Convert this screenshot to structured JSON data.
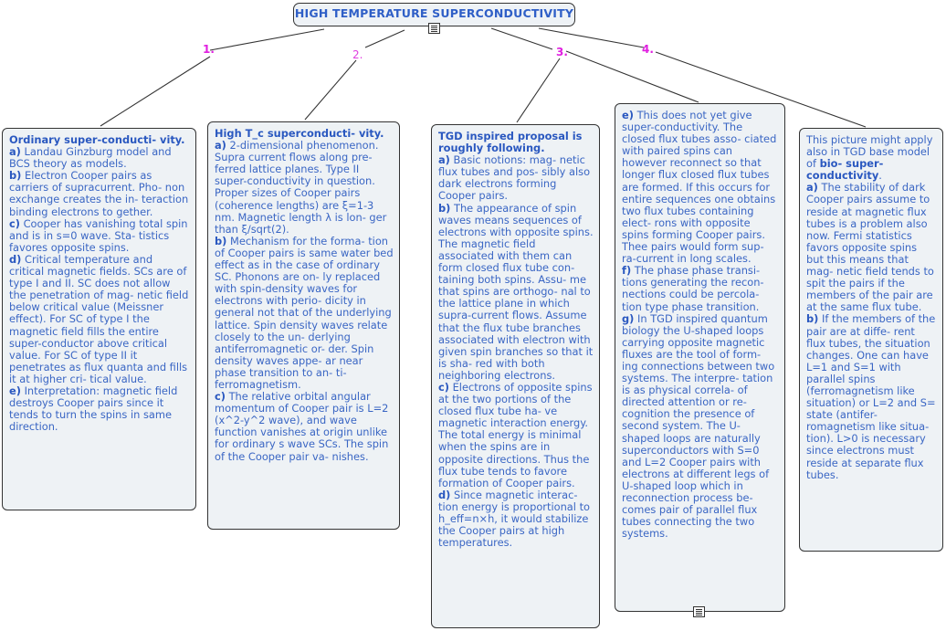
{
  "title": "HIGH TEMPERATURE SUPERCONDUCTIVITY",
  "numbers": [
    "1.",
    "2.",
    "3.",
    "4."
  ],
  "nodes": {
    "n1": {
      "heading": "Ordinary super-conducti- vity.",
      "paras": [
        {
          "label": "a)",
          "text": "Landau Ginzburg model and BCS theory as models."
        },
        {
          "label": "b)",
          "text": "Electron Cooper pairs as carriers of supracurrent. Pho- non exchange creates the in- teraction binding electrons to gether."
        },
        {
          "label": "c)",
          "text": "Cooper has vanishing total spin  and is in s=0 wave. Sta- tistics favores opposite spins."
        },
        {
          "label": "d)",
          "text": "Critical temperature and critical magnetic fields. SCs are of type I and II. SC does not allow the penetration of mag- netic field below critical value (Meissner effect). For SC of type  I the magnetic field fills the entire super-conductor above critical value. For SC of type II it penetrates as flux quanta and fills it at higher cri- tical value."
        },
        {
          "label": "e)",
          "text": "Interpretation: magnetic field destroys Cooper pairs since it tends to turn the spins in same direction."
        }
      ]
    },
    "n2": {
      "heading": "High T_c superconducti- vity.",
      "paras": [
        {
          "label": "a)",
          "text": "2-dimensional phenomenon. Supra current flows along pre- ferred lattice planes. Type II super-conductivity in question. Proper sizes of Cooper pairs (coherence lengths) are ξ=1-3 nm.  Magnetic length  λ is lon- ger than ξ/sqrt(2)."
        },
        {
          "label": "b)",
          "text": "Mechanism for the forma- tion of Cooper pairs is same water bed effect as in the case of ordinary SC. Phonons are on- ly replaced with spin-density waves for electrons with perio- dicity  in general not that of the underlying lattice. Spin density waves relate closely to the un- derlying antiferromagnetic or- der. Spin density waves appe- ar near phase transition to an- ti-ferromagnetism."
        },
        {
          "label": "c)",
          "text": "The relative orbital angular momentum of Cooper pair is L=2 (x^2-y^2 wave), and wave function vanishes at origin unlike for ordinary s  wave SCs. The spin of the Cooper pair va- nishes."
        }
      ]
    },
    "n3": {
      "heading": "TGD inspired proposal  is roughly following.",
      "paras": [
        {
          "label": "a)",
          "text": "Basic notions:  mag- netic flux tubes and pos- sibly also dark electrons forming Cooper pairs."
        },
        {
          "label": "b)",
          "text": "The appearance of spin waves means sequences of electrons with opposite spins. The magnetic field associated with them can form closed flux tube con- taining both spins. Assu- me that spins are orthogo- nal to the lattice plane in which supra-current flows. Assume that the flux tube branches associated with electron with given spin branches so that it is sha- red with both neighboring  electrons."
        },
        {
          "label": "c)",
          "text": "Electrons of opposite spins  at the two portions of the closed flux tube ha- ve magnetic interaction energy. The total energy is minimal when the spins are in opposite directions. Thus the flux tube tends to favore formation of Cooper pairs."
        },
        {
          "label": "d)",
          "text": "Since magnetic interac- tion energy is proportional to h_eff=n×h, it would stabilize the Cooper pairs at high temperatures."
        }
      ]
    },
    "n4": {
      "paras": [
        {
          "label": "e)",
          "text": "This does not yet give super-conductivity. The closed flux tubes asso- ciated with paired spins can however reconnect so that longer flux closed flux tubes are formed. If this occurs for entire sequences one obtains two flux tubes containing elect- rons with opposite spins forming Cooper pairs. Thee pairs would form sup- ra-current in long scales."
        },
        {
          "label": "f)",
          "text": "The phase phase transi- tions generating the recon- nections could be percola- tion type phase transition."
        },
        {
          "label": "g)",
          "text": "In TGD inspired quantum biology the U-shaped loops carrying opposite magnetic fluxes are the tool of form- ing connections between two systems. The interpre- tation is as physical correla- of directed attention or re- cognition the presence of second system.  The U- shaped loops are naturally superconductors with S=0 and L=2 Cooper pairs with electrons at different legs of U-shaped loop which in reconnection process be- comes pair of parallel flux tubes connecting the two systems."
        }
      ]
    },
    "n5": {
      "intro": "This picture might apply also in TGD base model of",
      "intro_bold": "bio- super-conductivity",
      "intro_end": ".",
      "paras": [
        {
          "label": "a)",
          "text": "The stability of dark Cooper pairs assume to reside at magnetic flux tubes is a problem also now. Fermi statistics favors opposite spins but this means that mag- netic field tends to spit the pairs  if the members of the pair are at  the same flux tube."
        },
        {
          "label": "b)",
          "text": "If the members of the pair are at diffe- rent flux tubes, the situation changes. One  can have L=1 and S=1 with parallel spins (ferromagnetism like situation) or L=2 and S= state (antifer- romagnetism like situa- tion). L>0 is necessary since electrons must reside  at  separate flux tubes."
        }
      ]
    }
  }
}
